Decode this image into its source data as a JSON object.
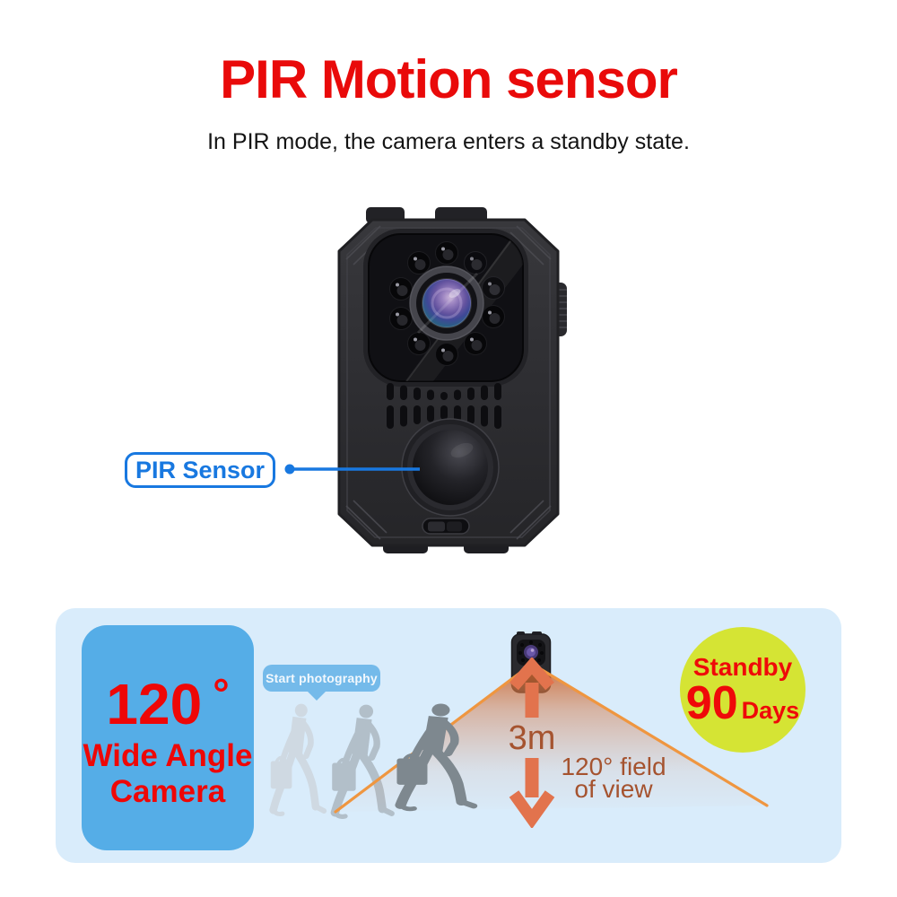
{
  "title": "PIR Motion sensor",
  "subtitle": "In PIR mode, the camera enters a standby state.",
  "callout": {
    "label": "PIR Sensor"
  },
  "panel": {
    "wide_angle_card": {
      "value": "120",
      "degree_symbol": "°",
      "line1": "Wide Angle",
      "line2": "Camera"
    },
    "start_badge": {
      "label": "Start photography"
    },
    "distance_label": "3m",
    "fov_label": {
      "line1": "120° field",
      "line2": "of view"
    },
    "standby_badge": {
      "label": "Standby",
      "value": "90",
      "unit": "Days"
    }
  },
  "colors": {
    "accent_red": "#e90a0a",
    "callout_blue": "#1878e0",
    "panel_blue": "#d9ecfb",
    "card_blue": "#55ade7",
    "badge_blue": "#74baea",
    "cone_orange": "#ef9640",
    "arrow_salmon": "#e2734d",
    "fov_text_brown": "#a5532f",
    "standby_yellow": "#d5e434"
  }
}
